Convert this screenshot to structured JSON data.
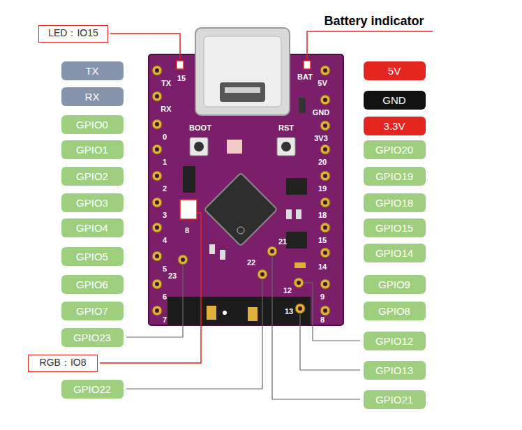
{
  "diagram": {
    "nodes": [
      {
        "text": [
          "LED：IO15"
        ]
      },
      {
        "text": [
          "TX"
        ]
      },
      {
        "text": [
          "5V"
        ]
      },
      {
        "text": [
          "RX"
        ]
      },
      {
        "text": [
          "GND"
        ]
      },
      {
        "text": [
          "GPIO0"
        ]
      },
      {
        "text": [
          "3.3V"
        ]
      },
      {
        "text": [
          "GPIO1"
        ]
      },
      {
        "text": [
          "GPIO20"
        ]
      },
      {
        "text": [
          "GPIO2"
        ]
      },
      {
        "text": [
          "GPIO19"
        ]
      },
      {
        "text": [
          "GPIO3"
        ]
      },
      {
        "text": [
          "GPIO18"
        ]
      },
      {
        "text": [
          "GPIO4"
        ]
      },
      {
        "text": [
          "GPIO15"
        ]
      },
      {
        "text": [
          "GPIO5"
        ]
      },
      {
        "text": [
          "GPIO14"
        ]
      },
      {
        "text": [
          "GPIO6"
        ]
      },
      {
        "text": [
          "GPIO9"
        ]
      },
      {
        "text": [
          "GPIO7"
        ]
      },
      {
        "text": [
          "GPIO8"
        ]
      },
      {
        "text": [
          "GPIO23"
        ]
      },
      {
        "text": [
          "GPIO12"
        ]
      },
      {
        "text": [
          "RGB：IO8"
        ]
      },
      {
        "text": [
          "GPIO13"
        ]
      },
      {
        "text": [
          "GPIO22"
        ]
      },
      {
        "text": [
          "GPIO21"
        ]
      }
    ],
    "labels": [
      "Battery indicator",
      "15",
      "TX",
      "RX",
      "0",
      "1",
      "2",
      "3",
      "4",
      "5",
      "6",
      "7",
      "8",
      "23",
      "22",
      "21",
      "12",
      "13",
      "BOOT",
      "RST",
      "BAT",
      "5V",
      "GND",
      "3V3",
      "20",
      "19",
      "18",
      "15",
      "14",
      "9",
      "8"
    ]
  }
}
